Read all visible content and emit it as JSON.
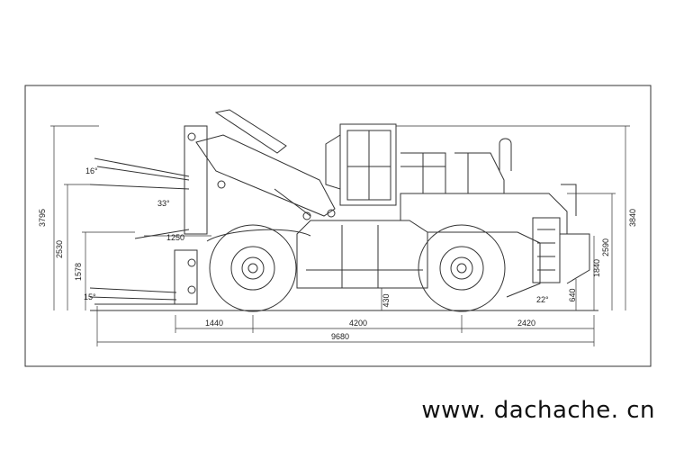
{
  "dimensions": {
    "lift_height": "3795",
    "overall_height": "3840",
    "cab_height": "2590",
    "hood_height": "1840",
    "clearance": "640",
    "axle_height": "430",
    "upper_fork_height": "2530",
    "lower_fork_height": "1578",
    "fork_reach": "1250",
    "front_overhang": "1440",
    "wheelbase": "4200",
    "rear_overhang": "2420",
    "overall_length": "9680"
  },
  "angles": {
    "upper_tilt": "16°",
    "boom_angle": "33°",
    "lower_tilt": "15°",
    "departure_angle": "22°"
  },
  "watermark": "www. dachache. cn"
}
